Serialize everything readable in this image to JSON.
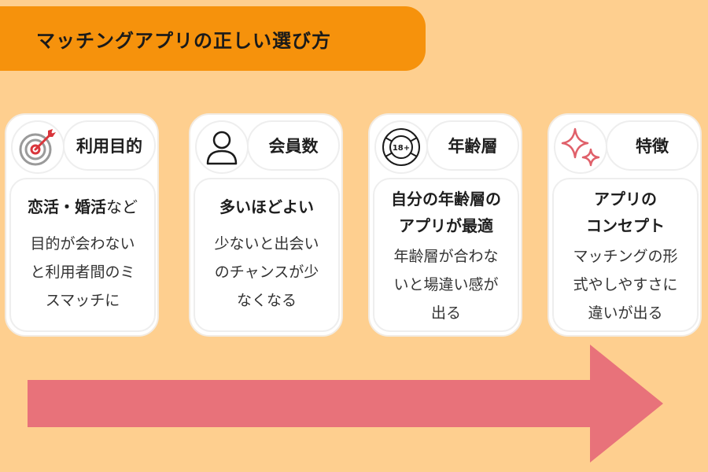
{
  "title": "マッチングアプリの正しい選び方",
  "colors": {
    "background": "#fecf8f",
    "title_bar": "#f6920c",
    "arrow": "#e8727a",
    "accent_red": "#d9353b",
    "sparkle": "#e0606a"
  },
  "cards": [
    {
      "icon": "target-dart-icon",
      "heading": "利用目的",
      "subtitle_bold": "恋活・婚活",
      "subtitle_normal": "など",
      "description": [
        "目的が会わない",
        "と利用者間のミ",
        "スマッチに"
      ]
    },
    {
      "icon": "person-icon",
      "heading": "会員数",
      "subtitle_bold": "多いほどよい",
      "subtitle_normal": "",
      "description": [
        "少ないと出会い",
        "のチャンスが少",
        "なくなる"
      ]
    },
    {
      "icon": "age-18-plus-icon",
      "icon_text": "18+",
      "heading": "年齢層",
      "subtitle_lines": [
        "自分の年齢層の",
        "アプリが最適"
      ],
      "description": [
        "年齢層が合わな",
        "いと場違い感が",
        "出る"
      ]
    },
    {
      "icon": "sparkle-icon",
      "heading": "特徴",
      "subtitle_lines": [
        "アプリの",
        "コンセプト"
      ],
      "description": [
        "マッチングの形",
        "式やしやすさに",
        "違いが出る"
      ]
    }
  ]
}
